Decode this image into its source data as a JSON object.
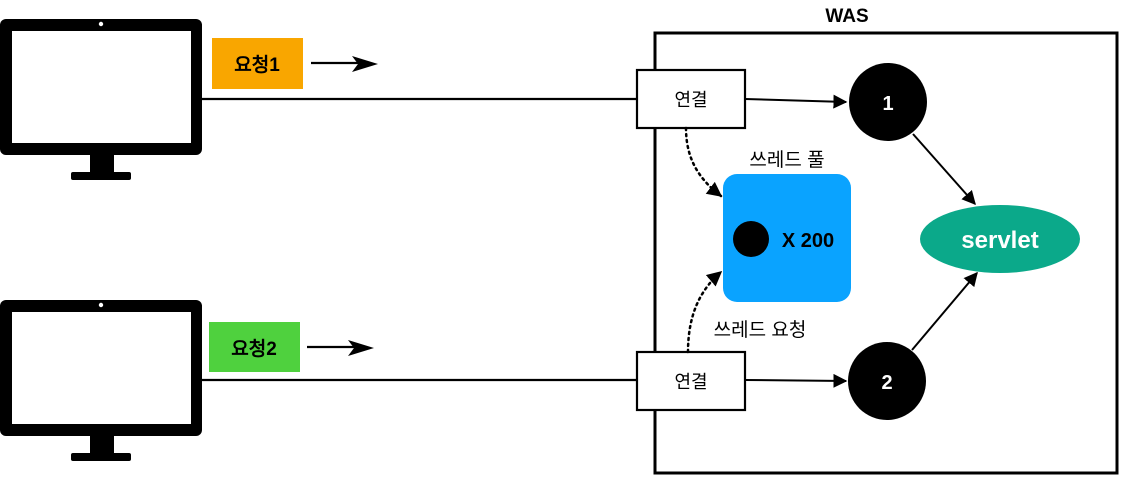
{
  "was_label": "WAS",
  "clients": [
    {
      "request_label": "요청1",
      "badge_color": "#F9A600"
    },
    {
      "request_label": "요청2",
      "badge_color": "#4FD13E"
    }
  ],
  "connections": [
    {
      "label": "연결",
      "worker_label": "1"
    },
    {
      "label": "연결",
      "worker_label": "2"
    }
  ],
  "thread_pool": {
    "title": "쓰레드 풀",
    "count_label": "X 200",
    "request_label": "쓰레드 요청",
    "color": "#0AA3FF"
  },
  "servlet": {
    "label": "servlet",
    "color": "#0BA98A"
  }
}
